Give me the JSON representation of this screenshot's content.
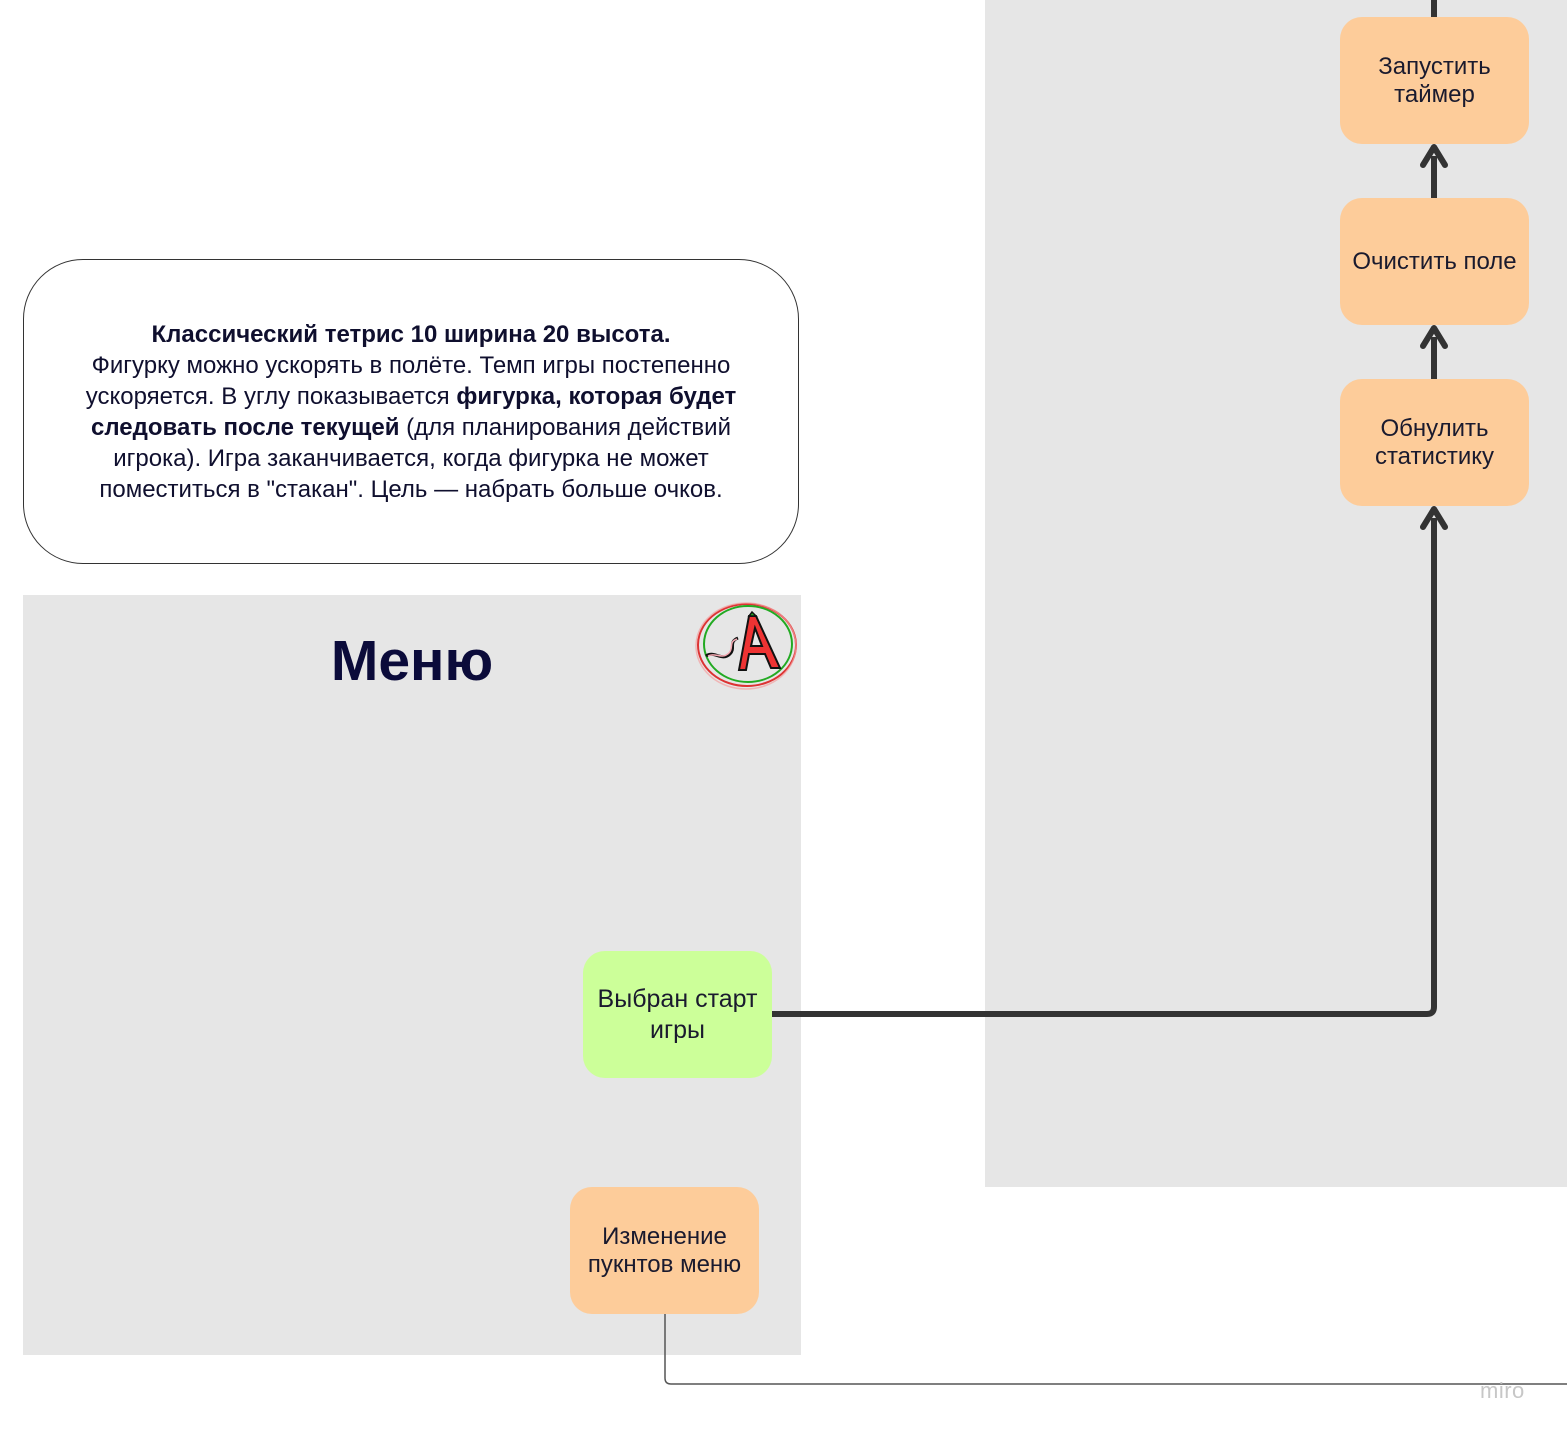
{
  "note": {
    "bold_title": "Классический тетрис 10 ширина 20 высота.",
    "text_1": "Фигурку можно ускорять в полёте. Темп игры постепенно ускоряется. В углу показывается ",
    "bold_2": "фигурка, которая будет следовать после текущей",
    "text_3": " (для планирования действий игрока). Игра заканчивается, когда фигурка не может поместиться в \"стакан\". Цель — набрать больше очков."
  },
  "menu_frame": {
    "title": "Меню"
  },
  "nodes": {
    "start_timer": "Запустить таймер",
    "clear_field": "Очистить поле",
    "reset_stats": "Обнулить статистику",
    "game_start_selected": "Выбран старт игры",
    "change_menu_items": "Изменение пукнтов меню"
  },
  "watermark": "miro",
  "colors": {
    "frame_bg": "#e6e6e6",
    "action_node": "#fdcc9a",
    "event_node": "#ccff99",
    "connector": "#333333",
    "title_text": "#0b0b3a"
  }
}
